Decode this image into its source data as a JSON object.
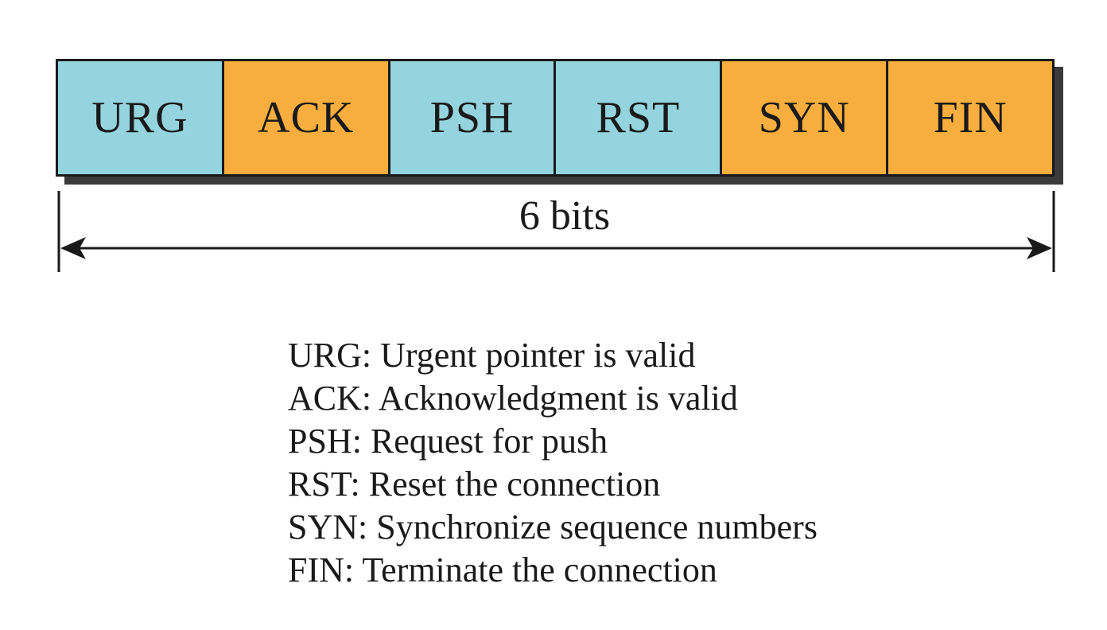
{
  "flags": [
    {
      "abbr": "URG",
      "color": "#94d4de"
    },
    {
      "abbr": "ACK",
      "color": "#f8ae3e"
    },
    {
      "abbr": "PSH",
      "color": "#94d4de"
    },
    {
      "abbr": "RST",
      "color": "#94d4de"
    },
    {
      "abbr": "SYN",
      "color": "#f8ae3e"
    },
    {
      "abbr": "FIN",
      "color": "#f8ae3e"
    }
  ],
  "width_label": "6 bits",
  "legend": [
    {
      "text": "URG: Urgent pointer is valid"
    },
    {
      "text": "ACK: Acknowledgment is valid"
    },
    {
      "text": "PSH: Request for push"
    },
    {
      "text": "RST: Reset the connection"
    },
    {
      "text": "SYN: Synchronize sequence numbers"
    },
    {
      "text": "FIN: Terminate the connection"
    }
  ]
}
